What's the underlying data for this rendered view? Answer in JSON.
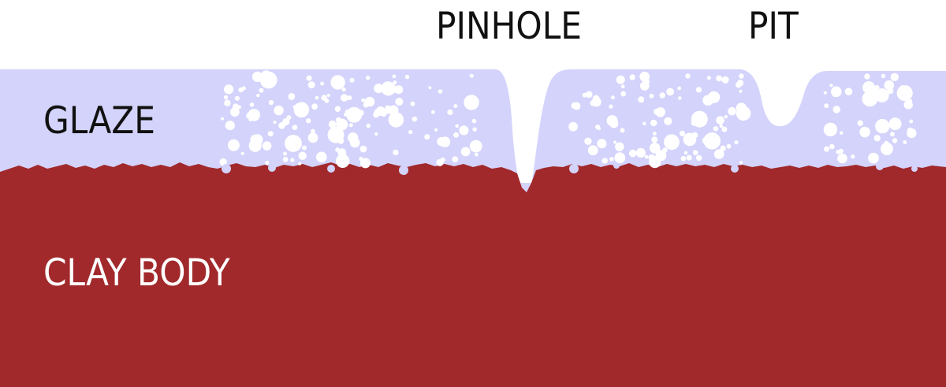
{
  "labels": {
    "pinhole": "PINHOLE",
    "pit": "PIT",
    "glaze": "GLAZE",
    "clay_body": "CLAY BODY"
  },
  "colors": {
    "background": "#ffffff",
    "glaze": "#d3d3fb",
    "clay_body": "#a1292b",
    "bubbles": "#ffffff",
    "dark_text": "#111111",
    "light_text": "#ffffff"
  }
}
